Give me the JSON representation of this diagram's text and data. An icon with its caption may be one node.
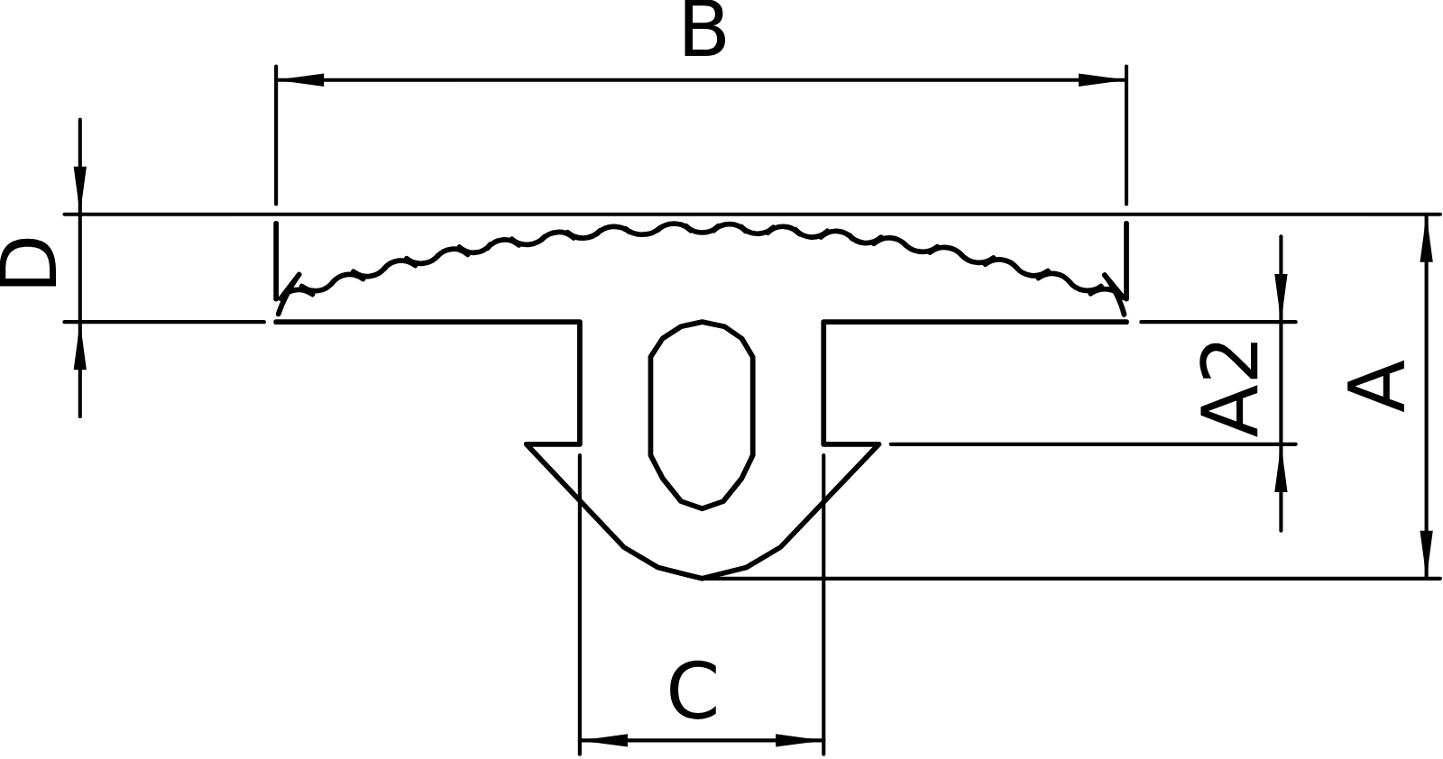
{
  "diagram": {
    "labels": [
      "B",
      "D",
      "A2",
      "A",
      "C"
    ]
  }
}
